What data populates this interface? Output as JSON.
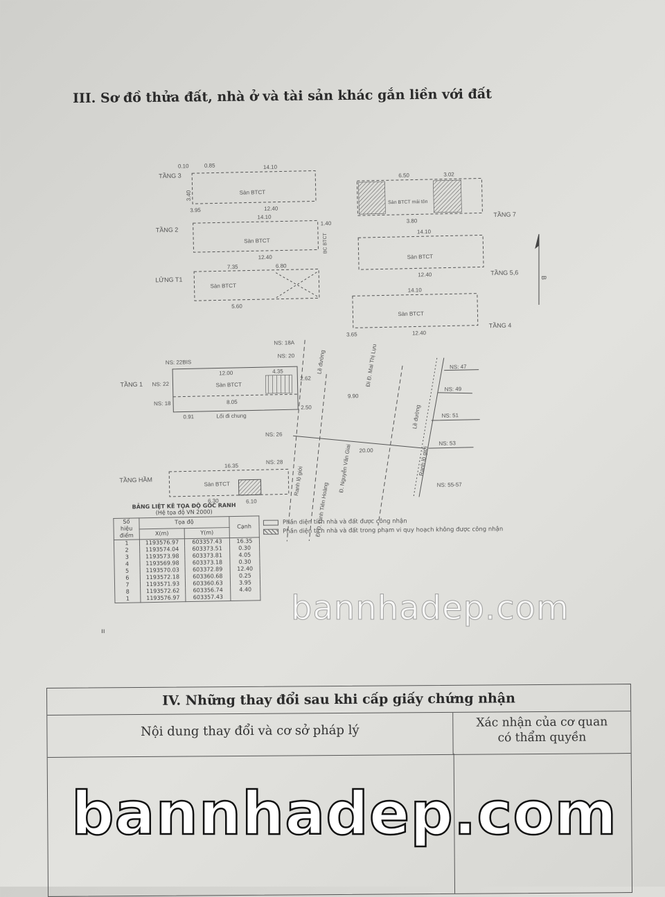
{
  "section3": {
    "title": "III. Sơ đồ thửa đất, nhà ở và tài sản khác gắn liền với đất",
    "floors": {
      "tang3": "TẦNG 3",
      "tang2": "TẦNG 2",
      "lung": "LỬNG T1",
      "tang1": "TẦNG 1",
      "ham": "TẦNG HẦM",
      "tang7": "TẦNG 7",
      "tang56": "TẦNG 5,6",
      "tang4": "TẦNG 4"
    },
    "slab": "Sàn BTCT",
    "slab_roof": "Sàn BTCT mái tôn",
    "bc": "BC BTCT",
    "shared_walk": "Lối đi chung",
    "dims": {
      "d1410": "14.10",
      "d1240": "12.40",
      "d395": "3.95",
      "d340": "3.40",
      "d085": "0.85",
      "d010": "0.10",
      "d140": "1.40",
      "d405": "4.05",
      "d735": "7.35",
      "d680": "6.80",
      "d560": "5.60",
      "d030": "0.30",
      "d1200": "12.00",
      "d805": "8.05",
      "d435": "4.35",
      "d262": "2.62",
      "d250": "2.50",
      "d091": "0.91",
      "d1635": "16.35",
      "d630": "6.30",
      "d610": "6.10",
      "d650": "6.50",
      "d302": "3.02",
      "d380": "3.80",
      "d990": "9.90",
      "d2000": "20.00",
      "d365": "3.65"
    },
    "streets": {
      "nvg": "Đ. Nguyễn Văn Giai",
      "mtl": "Đi Đ. Mai Thị Lựu",
      "dth": "Đi Đ. Đinh Tiên Hoàng",
      "le1": "Lề đường",
      "le2": "Lề đường",
      "rlg1": "Ranh lộ giới",
      "rlg2": "Ranh lộ giới"
    },
    "lots": {
      "ns18a": "NS: 18A",
      "ns20": "NS: 20",
      "ns22bis": "NS: 22BIS",
      "ns22": "NS: 22",
      "ns18": "NS: 18",
      "ns26": "NS: 26",
      "ns28": "NS: 28",
      "ns47": "NS: 47",
      "ns49": "NS: 49",
      "ns51": "NS: 51",
      "ns53": "NS: 53",
      "ns5557": "NS: 55-57"
    },
    "coord_table": {
      "title": "BẢNG LIỆT KÊ TỌA ĐỘ GÓC RANH",
      "subtitle": "(Hệ tọa độ VN 2000)",
      "headers": {
        "point": "Số hiệu điểm",
        "coord": "Tọa độ",
        "x": "X(m)",
        "y": "Y(m)",
        "edge": "Cạnh"
      },
      "rows": [
        {
          "p": "1",
          "x": "1193576.97",
          "y": "603357.43",
          "e": "16.35"
        },
        {
          "p": "2",
          "x": "1193574.04",
          "y": "603373.51",
          "e": "0.30"
        },
        {
          "p": "3",
          "x": "1193573.98",
          "y": "603373.81",
          "e": "4.05"
        },
        {
          "p": "4",
          "x": "1193569.98",
          "y": "603373.18",
          "e": "0.30"
        },
        {
          "p": "5",
          "x": "1193570.03",
          "y": "603372.89",
          "e": "12.40"
        },
        {
          "p": "6",
          "x": "1193572.18",
          "y": "603360.68",
          "e": "0.25"
        },
        {
          "p": "7",
          "x": "1193571.93",
          "y": "603360.63",
          "e": "3.95"
        },
        {
          "p": "8",
          "x": "1193572.62",
          "y": "603356.74",
          "e": "4.40"
        },
        {
          "p": "1",
          "x": "1193576.97",
          "y": "603357.43",
          "e": ""
        }
      ]
    },
    "legend": {
      "recognized": "Phần diện tích nhà và đất được công nhận",
      "planning": "Phần diện tích nhà và đất trong phạm vi quy hoạch không được công nhận"
    },
    "north": "B",
    "mark": "ıı"
  },
  "section4": {
    "title": "IV. Những thay đổi sau khi cấp giấy chứng nhận",
    "col1": "Nội dung thay đổi và cơ sở pháp lý",
    "col2_line1": "Xác nhận của cơ quan",
    "col2_line2": "có thẩm quyền"
  },
  "watermark": {
    "big": "bannhadep.com",
    "mid": "bannhadep.com"
  }
}
